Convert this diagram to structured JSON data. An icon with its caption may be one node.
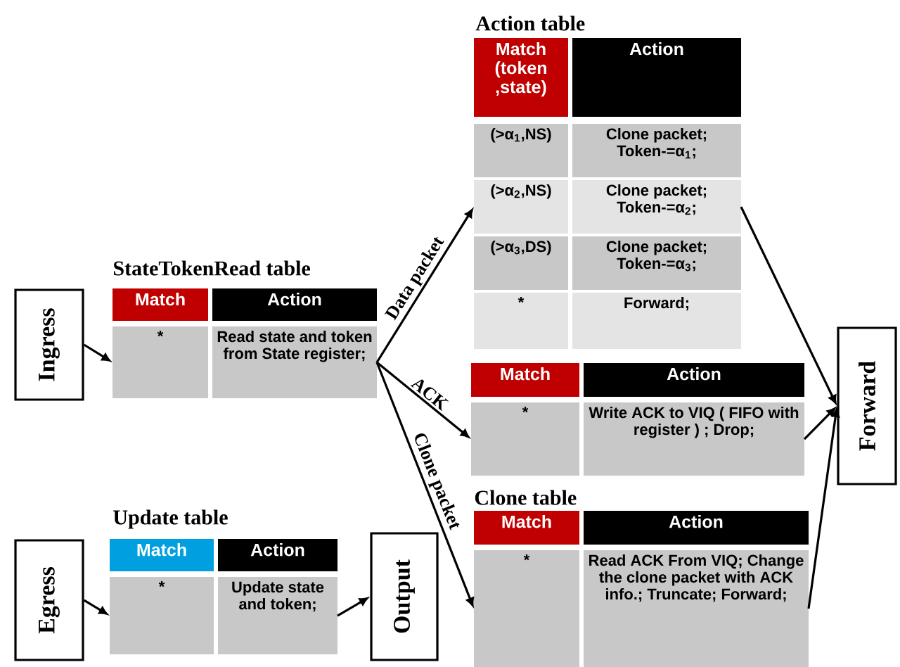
{
  "diagram": {
    "nodes": [
      {
        "text": [
          "Ingress"
        ]
      },
      {
        "text": [
          "Match"
        ]
      },
      {
        "text": [
          "Action"
        ]
      },
      {
        "text": [
          "*"
        ]
      },
      {
        "text": [
          "Read state and token from State register;"
        ]
      },
      {
        "text": [
          "Match (token ,state)"
        ]
      },
      {
        "text": [
          "Action"
        ]
      },
      {
        "text": [
          "(>α$_{1}$,NS)"
        ]
      },
      {
        "text": [
          "Clone packet; Token-=α$_{1}$;"
        ]
      },
      {
        "text": [
          "(>α$_{2}$,NS)"
        ]
      },
      {
        "text": [
          "Clone packet; Token-=α$_{2}$;"
        ]
      },
      {
        "text": [
          "(>α$_{3}$,DS)"
        ]
      },
      {
        "text": [
          "Clone packet; Token-=α$_{3}$;"
        ]
      },
      {
        "text": [
          "*"
        ]
      },
      {
        "text": [
          "Forward;"
        ]
      },
      {
        "text": [
          "Match"
        ]
      },
      {
        "text": [
          "Action"
        ]
      },
      {
        "text": [
          "*"
        ]
      },
      {
        "text": [
          "Write ACK to VIQ ( FIFO with register ) ; Drop;"
        ]
      },
      {
        "text": [
          "Match"
        ]
      },
      {
        "text": [
          "Action"
        ]
      },
      {
        "text": [
          "*"
        ]
      },
      {
        "text": [
          "Read ACK From VIQ; Change the clone packet with ACK info.; Truncate; Forward;"
        ]
      },
      {
        "text": [
          "Egress"
        ]
      },
      {
        "text": [
          "Match"
        ]
      },
      {
        "text": [
          "Action"
        ]
      },
      {
        "text": [
          "*"
        ]
      },
      {
        "text": [
          "Update state and token;"
        ]
      },
      {
        "text": [
          "Output"
        ]
      },
      {
        "text": [
          "Forward"
        ]
      }
    ],
    "edges": [
      {
        "from": 0,
        "to": 3,
        "arrow": "to"
      },
      {
        "from": 4,
        "to": 9,
        "arrow": "to",
        "label": "Data packet"
      },
      {
        "from": 4,
        "to": 17,
        "arrow": "to",
        "label": "ACK"
      },
      {
        "from": 4,
        "to": 21,
        "arrow": "to",
        "label": "Clone packet"
      },
      {
        "from": 10,
        "to": 29,
        "arrow": "to"
      },
      {
        "from": 18,
        "to": 29,
        "arrow": "to"
      },
      {
        "from": 22,
        "to": 29,
        "arrow": "to"
      },
      {
        "from": 23,
        "to": 26,
        "arrow": "to"
      },
      {
        "from": 27,
        "to": 28,
        "arrow": "to"
      }
    ],
    "labels": [
      "Action table",
      "StateTokenRead table",
      "Clone table",
      "Update table"
    ]
  }
}
